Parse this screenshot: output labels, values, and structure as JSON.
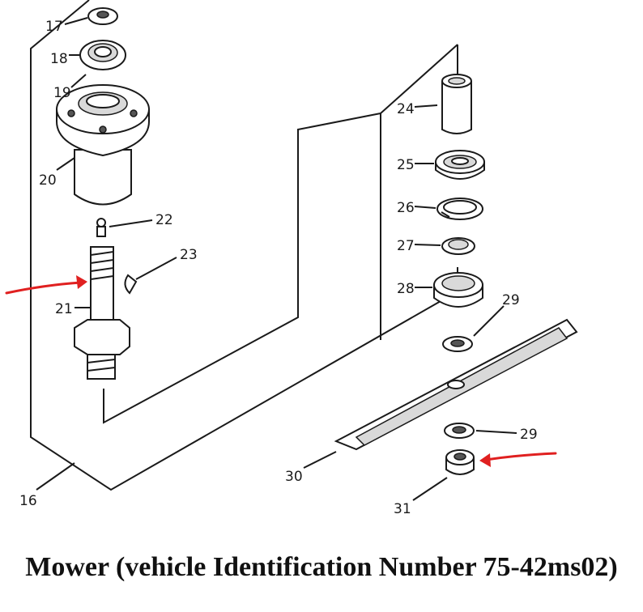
{
  "caption": "Mower (vehicle Identification Number 75-42ms02)",
  "callouts": [
    "17",
    "18",
    "19",
    "20",
    "22",
    "23",
    "21",
    "16",
    "24",
    "25",
    "26",
    "27",
    "28",
    "29",
    "29",
    "30",
    "31"
  ],
  "annotation_color": "#e02020"
}
